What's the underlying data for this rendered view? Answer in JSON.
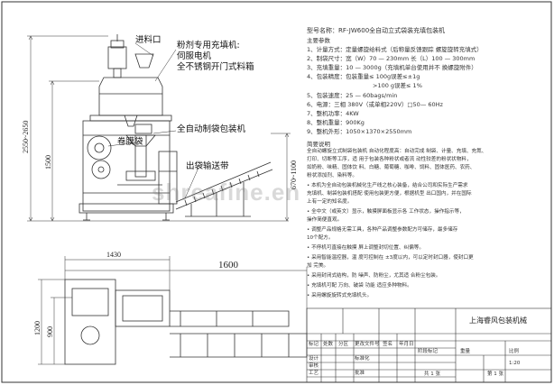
{
  "callouts": {
    "inlet": "进料口",
    "filler_title": "粉剂专用充填机:",
    "filler_motor": "伺服电机",
    "filler_hopper": "全不锈钢开门式料箱",
    "packer": "全自动制袋包装机",
    "film_roll": "卷膜袋",
    "conveyor": "出袋输送带"
  },
  "dimensions": {
    "height_range": "2550~2650",
    "height_1500": "1500",
    "conveyor_height": "670~1100",
    "width_1430": "1430",
    "width_1600": "1600",
    "depth_1200": "1200",
    "depth_900": "900"
  },
  "specs": {
    "model": "型号名称：RF-JW600全自动立式袋装充填包装机",
    "params_title": "主要参数",
    "lines": [
      "1、计量方式：定量螺旋给料式（后称量反馈跟踪 螺旋旋转充填式）",
      "2、制袋尺寸：宽（W）70 — 230mm 长（L）100 — 300mm",
      "3、充填重量：10 — 3000g（充填机单台使用并不 换螺旋附件）",
      "4、包装精度：包装重量≤ 100g误差≤±1g",
      ">100 g误差≤ 1%",
      "5、包装速度：25 — 60bags/min",
      "6、电源：三相 380V（或单相220V）□50— 60Hz",
      "7、整机功率：4KW",
      "8、整机重量：900Kg",
      "9、整机外形：1050×1370×2550mm"
    ],
    "brief_title": "简要说明",
    "brief": [
      "全自动螺旋立式制袋包装机 自动化程度高：自动完成 制袋、计量、充填、充氮、",
      "打印、切断等工序，适 用于包装各种粉状或者流 动性较差的粉状状物料，",
      "如奶粉、味精、固体饮 料、白糖、葡萄糖、咖啡、饲料、固体医药、农药、",
      "粉状添加剂、染料等。",
      "• 本机为全自动包装机械化生产线之核心装备，结合公司和实际生产需求",
      "充填机、制袋包装机搭配 使用包装更方便，根据机型 出口国内，并在国际",
      "上有一定的知名度。",
      "• 全中文（或英文）显示，触摸屏面板显示各 工作状态，操作指示等，",
      "操作简便直观。",
      "• 调整产品规格无需工具，各种产品调整参数配方可储存，最多储存",
      "10个配方。",
      "• 不停机可直接在触摸 屏上调整封切位置、纠偏等。",
      "• 采用智能温控器，温 度可控制在 ±3度以内，可以定时封口器，使封口更",
      "加 完美。",
      "• 采用封闭式结构，防 噪声、防粉尘，尤其适 合粉尘包装。",
      "• 充填机可配 万向、破袋 功能 适应多种物料。",
      "• 采用螺旋旋转式充填机头。"
    ]
  },
  "title_block": {
    "company": "上海睿风包装机械",
    "scale": "1:20",
    "sheet_a": "共 1 张",
    "sheet_b": "第 1 张",
    "rows_label_a": "标记",
    "rows_label_b": "处数",
    "rows_label_c": "分区",
    "rows_label_d": "更改文件号",
    "rows_label_e": "签名",
    "rows_label_f": "年月日",
    "design": "设计",
    "standard": "标准化",
    "audit": "审核",
    "process": "工艺",
    "approve": "批准",
    "stage_mark": "阶段标记",
    "weight": "重量",
    "ratio": "比例"
  },
  "watermark": "shreafine.en"
}
